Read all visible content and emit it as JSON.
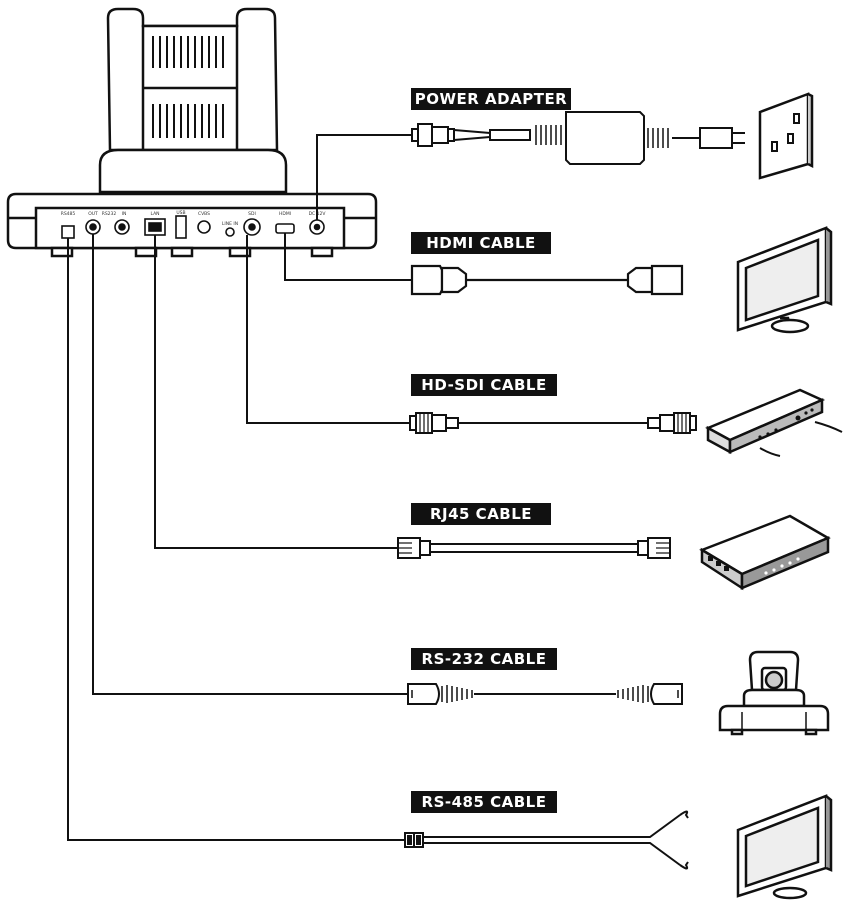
{
  "cables": [
    {
      "label": "POWER ADAPTER",
      "device": "wall power outlet"
    },
    {
      "label": "HDMI  CABLE",
      "device": "monitor"
    },
    {
      "label": "HD-SDI  CABLE",
      "device": "video switcher"
    },
    {
      "label": "RJ45  CABLE",
      "device": "network router"
    },
    {
      "label": "RS-232  CABLE",
      "device": "ptz camera"
    },
    {
      "label": "RS-485  CABLE",
      "device": "monitor"
    }
  ],
  "ports": [
    "RS485",
    "OUT",
    "RS232",
    "IN",
    "LAN",
    "USB",
    "CVBS",
    "LINE IN",
    "SDI",
    "HDMI",
    "DC 12V"
  ]
}
